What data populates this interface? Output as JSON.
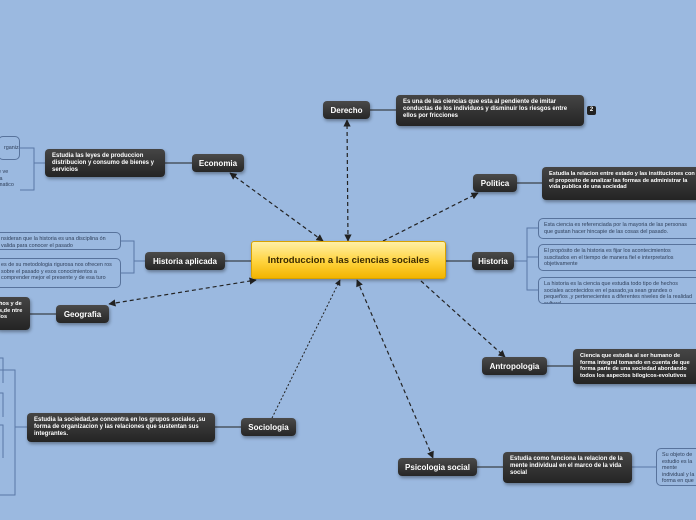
{
  "central": "Introduccion a las ciencias sociales",
  "badge": "2",
  "branches": {
    "derecho": {
      "label": "Derecho",
      "desc": "Es una de las ciencias que esta al pendiente de imitar conductas de los individuos y disminuir los riesgos entre ellos por fricciones"
    },
    "economia": {
      "label": "Economia",
      "desc": "Estudia las leyes de produccion distribucion y consumo de bienes y servicios",
      "sub1": "rganiza",
      "sub2": "e ve\n a\nmatico"
    },
    "politica": {
      "label": "Politica",
      "desc": "Estudia la relacion entre estado y las instituciones con el proposito de analizar las formas de administrar la vida publica de una sociedad"
    },
    "historia": {
      "label": "Historia",
      "items": [
        "Esta ciencia es referenciada por la mayoria de las personas que gustan hacer hincapie de las cosas del pasado.",
        "El propósito de la historia es fijar los acontecimientos suscitados en el tiempo de manera fiel e interpretarlos objetivamente",
        "La historia es la ciencia que estudia todo tipo de hechos sociales acontecidos en el pasado,ya sean grandes o pequeños ,y pertenecientes a diferentes niveles de la realidad cultural"
      ]
    },
    "historia_aplicada": {
      "label": "Historia aplicada",
      "items": [
        "nsideran que la historia es una disciplina ón valida para conocer el pasado",
        "es de su metodologia rigurosa nos ofrecen ros sobre el pasado y esos conocimientos a comprender mejor el presente y de esa turo"
      ]
    },
    "antropologia": {
      "label": "Antropologia",
      "desc": "Ciencia que estudia al ser humano de forma integral tomando en cuenta de que forma parte de una sociedad abordando todos los aspectos bilogicos-evolutivos"
    },
    "geografia": {
      "label": "Geografia",
      "desc": "hos y de s,de ntre los"
    },
    "sociologia": {
      "label": "Sociologia",
      "desc": "Estudia la sociedad,se concentra en los grupos sociales ,su forma de organizacion y las relaciones que sustentan sus integrantes."
    },
    "psicologia_social": {
      "label": "Psicologia social",
      "desc": "Estudia como funciona la relacion de la mente individual en el marco de la vida social",
      "sub": "Su objeto de estudio es la mente individual y la forma en que genera procesos que se encuentran involucrados con las normas,la cultura"
    }
  }
}
